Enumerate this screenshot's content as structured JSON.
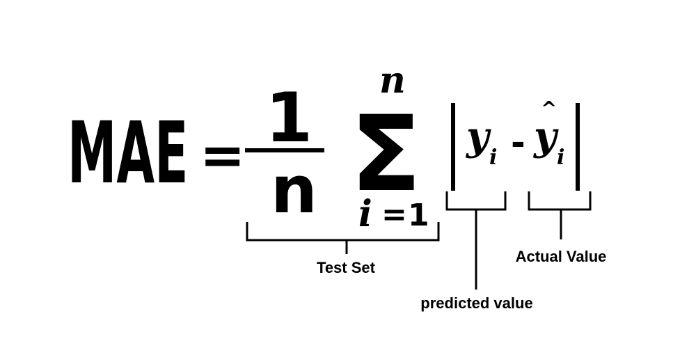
{
  "formula": {
    "lhs": "MAE",
    "equals": "=",
    "numerator": "1",
    "denominator": "n",
    "sigma": "Σ",
    "upper_limit": "n",
    "lower_limit_var": "i",
    "lower_limit_eq": "=",
    "lower_limit_val": "1",
    "y": "y",
    "y_sub": "i",
    "minus": "-",
    "y_hat": "y",
    "hat": "^",
    "y_hat_sub": "i"
  },
  "annotations": {
    "test_set": "Test Set",
    "predicted_value": "predicted value",
    "actual_value": "Actual Value"
  }
}
